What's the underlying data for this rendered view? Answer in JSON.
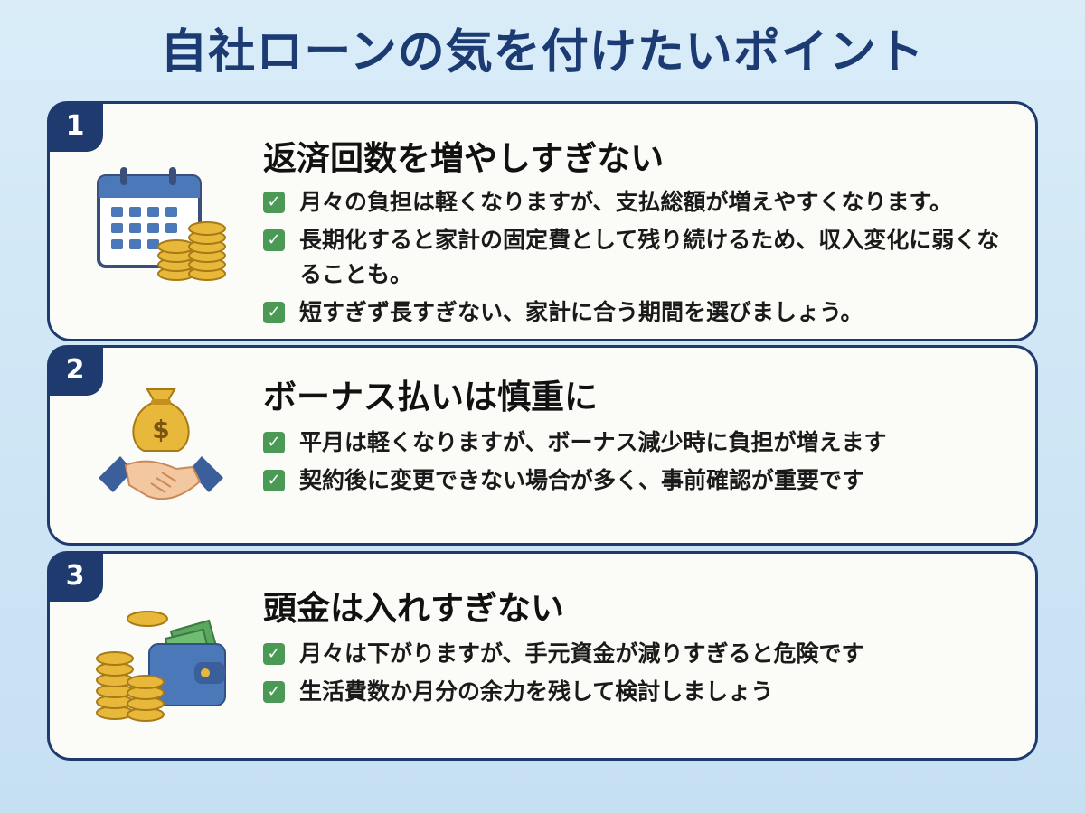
{
  "title": "自社ローンの気を付けたいポイント",
  "cards": [
    {
      "number": "1",
      "icon": "calendar-coins-icon",
      "heading": "返済回数を増やしすぎない",
      "bullets": [
        "月々の負担は軽くなりますが、支払総額が増えやすくなります。",
        "長期化すると家計の固定費として残り続けるため、収入変化に弱くなることも。",
        "短すぎず長すぎない、家計に合う期間を選びましょう。"
      ]
    },
    {
      "number": "2",
      "icon": "money-bag-handshake-icon",
      "heading": "ボーナス払いは慎重に",
      "bullets": [
        "平月は軽くなりますが、ボーナス減少時に負担が増えます",
        "契約後に変更できない場合が多く、事前確認が重要です"
      ]
    },
    {
      "number": "3",
      "icon": "coins-wallet-icon",
      "heading": "頭金は入れすぎない",
      "bullets": [
        "月々は下がりますが、手元資金が減りすぎると危険です",
        "生活費数か月分の余力を残して検討しましょう"
      ]
    }
  ],
  "colors": {
    "background": "#cfe6f6",
    "accent_navy": "#1e3a6e",
    "check_green": "#4a9a55",
    "coin_gold": "#e8b83a"
  }
}
